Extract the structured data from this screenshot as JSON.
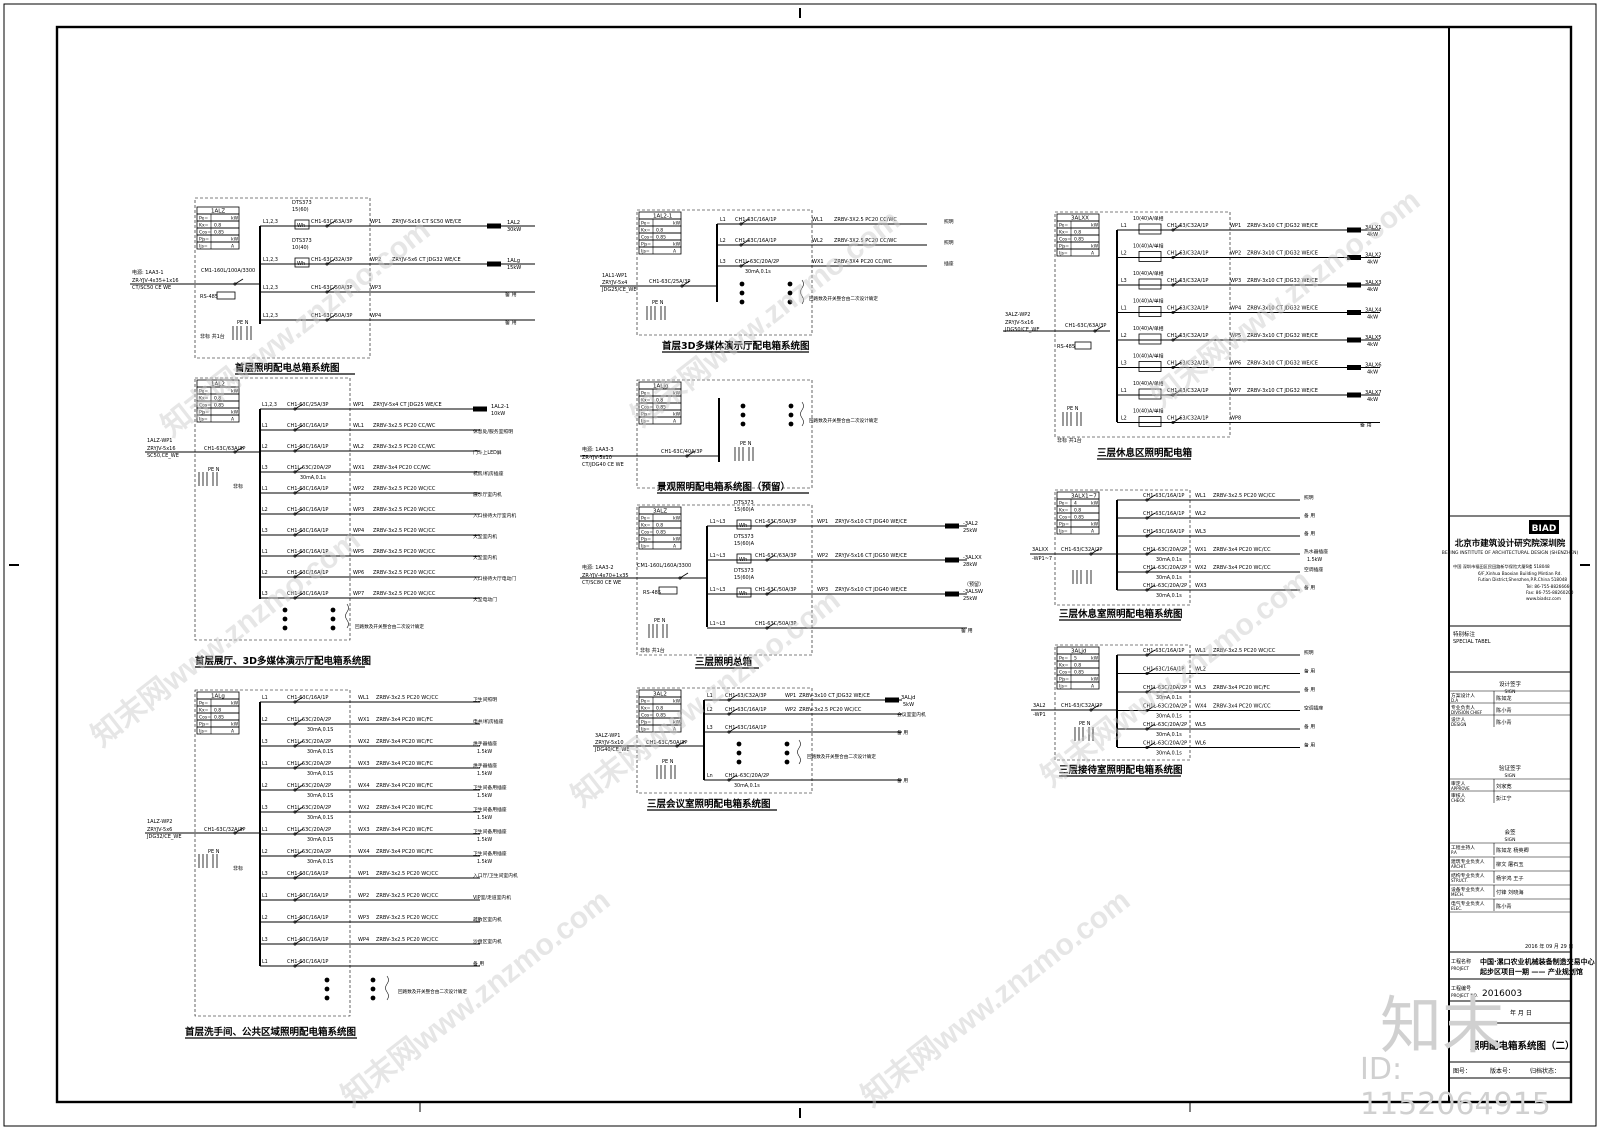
{
  "tb": {
    "logo": "BIAD",
    "company": "北京市建筑设计研究院深圳院",
    "company_en": "BEIJING INSTITUTE OF ARCHITECTURAL DESIGN (SHENZHEN)",
    "addr1": "中国 深圳市福田区民田路新华保险大厦6楼 518048",
    "addr2": "6/F,Xinhua Baoxian Building Mintian Rd.",
    "addr3": "Futian District,Shenzhen,P.R.China 518048",
    "tel": "Tel: 86-755-88266666",
    "fax": "Fax: 86-755-88260200",
    "web": "www.biadsz.com",
    "special": "特别标注",
    "special_en": "SPECIAL TABEL",
    "design_sign": "设计签字",
    "design_sign_en": "SIGN",
    "r1a": "方案设计人",
    "r1b": "D.A",
    "r1v": "陈如龙",
    "r2a": "专业负责人",
    "r2b": "DIVISION CHIEF",
    "r2v": "陈小青",
    "r3a": "设计人",
    "r3b": "DESIGN",
    "r3v": "陈小青",
    "check_sign": "验证签字",
    "check_sign_en": "SIGN",
    "r4a": "审定人",
    "r4b": "APPROVE",
    "r4v": "刘家宽",
    "r5a": "审核人",
    "r5b": "CHECK",
    "r5v": "彭江宁",
    "hq": "会签",
    "hq_en": "SIGN",
    "r6a": "工程主持人",
    "r6b": "P.A",
    "r6v": "陈如龙  杨英卿",
    "r7a": "建筑专业负责人",
    "r7b": "ARCHIT.",
    "r7v": "柳文  屠石玉",
    "r8a": "结构专业负责人",
    "r8b": "STRUCT.",
    "r8v": "杨宇鸿  王子",
    "r9a": "设备专业负责人",
    "r9b": "MECH.",
    "r9v": "付锋  刘晓海",
    "r10a": "电气专业负责人",
    "r10b": "ELEC.",
    "r10v": "陈小青",
    "date": "2016 年 09 月 29 日",
    "proj_label": "工程名称",
    "proj_label_en": "PROJECT",
    "proj1": "中国·漯口农业机械装备制造交易中心",
    "proj2": "起步区项目一期 —— 产业规划馆",
    "projno_label": "工程编号",
    "projno_label_en": "PROJECT NO.",
    "projno": "2016003",
    "datecell": "年      月   日",
    "title_frag": "照明配电箱系统图（二）",
    "bottom1": "图号：",
    "bottom2": "版本号：",
    "bottom3": "归档状态："
  },
  "marks": {
    "zhimo": "知末",
    "id": "ID: 1152064915",
    "wm": "知末网www.znzmo.com"
  },
  "p1": {
    "title": "首层照明配电总箱系统图",
    "box": "1ALZ",
    "t": [
      "Pe=",
      "Kx=",
      "Cos=",
      "Pjs=",
      "Ijs="
    ],
    "tv": [
      "",
      "0.8",
      "0.85",
      "",
      ""
    ],
    "tu": [
      "kW",
      "",
      "",
      "kW",
      "A"
    ],
    "in1": "电源: 1AA3-1",
    "in2": "ZR-YJV-4x35+1x16",
    "in3": "CT/SC50 CE WE",
    "main": "CM1-160L/100A/3300",
    "rs": "RS-485",
    "l": [
      "L1,2,3",
      "",
      "L1,2,3",
      "L1,2,3",
      "L1,2,3"
    ],
    "dts1": "DTS373",
    "dts1b": "15(60)",
    "dts2": "DTS373",
    "dts2b": "10(40)",
    "brk": [
      "CH1-63C/63A/3P",
      "CH1-63C/32A/3P",
      "CH1-63C/50A/3P",
      "CH1-63C/50A/3P"
    ],
    "wp": [
      "WP1",
      "WP2",
      "WP3",
      "WP4"
    ],
    "cab": [
      "ZRYJV-5x16 CT SC50 WE/CE",
      "ZRYJV-5x6 CT JDG32 WE/CE",
      "",
      ""
    ],
    "dst": [
      "1AL2",
      "1ALg",
      "备 用",
      "备 用"
    ],
    "kw": [
      "30kW",
      "15kW",
      "",
      ""
    ],
    "pe": "PE N",
    "note": "非标 共1台"
  },
  "p2": {
    "title": "首层展厅、3D多媒体演示厅配电箱系统图",
    "box": "1AL2",
    "t": [
      "Pe=",
      "Kx=",
      "Cos=",
      "Pjs=",
      "Ijs="
    ],
    "tv": [
      "",
      "0.8",
      "0.85",
      "",
      ""
    ],
    "tu": [
      "kW",
      "",
      "",
      "kW",
      "A"
    ],
    "in1": "1ALZ-WP1",
    "in2": "ZRYJV-5x16",
    "in3": "SC50,CE_WE",
    "main": "CH1-63C/63A/3P",
    "pe": "PE N",
    "nb": "非标",
    "l": [
      "L1,2,3",
      "L1",
      "L2",
      "L3",
      "L1",
      "L2",
      "L3",
      "L1",
      "L2",
      "L3"
    ],
    "brk": [
      "CH1-63C/25A/3P",
      "CH1-63C/16A/1P",
      "CH1-63C/16A/1P",
      "CH1L-63C/20A/2P",
      "CH1-63C/16A/1P",
      "CH1-63C/16A/1P",
      "CH1-63C/16A/1P",
      "CH1-63C/16A/1P",
      "CH1-63C/16A/1P",
      "CH1-63C/16A/1P"
    ],
    "rcd": "30mA,0.1s",
    "wp": [
      "WP1",
      "WL1",
      "WL2",
      "WX1",
      "WP2",
      "WP3",
      "WP4",
      "WP5",
      "WP6",
      "WP7"
    ],
    "cab": [
      "ZRYJV-5x4 CT JDG25 WE/CE",
      "ZRBV-3x2.5 PC20 CC/WC",
      "ZRBV-3x2.5 PC20 CC/WC",
      "ZRBV-3x4 PC20 CC/WC",
      "ZRBV-3x2.5 PC20 WC/CC",
      "ZRBV-3x2.5 PC20 WC/CC",
      "ZRBV-3x2.5 PC20 WC/CC",
      "ZRBV-3x2.5 PC20 WC/CC",
      "ZRBV-3x2.5 PC20 WC/CC",
      "ZRBV-3x2.5 PC20 WC/CC"
    ],
    "dst": [
      "1AL2-1",
      "休息处/服务室照明",
      "门斗上LED屏",
      "机房/机房插座",
      "展示厅室内机",
      "入口接待大厅室内机",
      "大堂室内机",
      "大堂室内机",
      "入口接待大厅电动门",
      "大堂电动门"
    ],
    "kw1": "10kW",
    "note": "回路数及开关整合由二次设计确定"
  },
  "p3": {
    "title": "首层洗手间、公共区域照明配电箱系统图",
    "box": "1ALg",
    "t": [
      "Pe=",
      "Kx=",
      "Cos=",
      "Pjs=",
      "Ijs="
    ],
    "tv": [
      "",
      "0.8",
      "0.85",
      "",
      ""
    ],
    "tu": [
      "kW",
      "",
      "",
      "kW",
      "A"
    ],
    "in1": "1ALZ-WP2",
    "in2": "ZRYJV-5x6",
    "in3": "JDG32/CE_WE",
    "main": "CH1-63C/32A/3P",
    "pe": "PE N",
    "nb": "非标",
    "l": [
      "L1",
      "L2",
      "L3",
      "L1",
      "L2",
      "L3",
      "L1",
      "L2",
      "L3",
      "L1",
      "L2",
      "L3",
      "L1"
    ],
    "brk": [
      "CH1-63C/16A/1P",
      "CH1L-63C/20A/2P",
      "CH1L-63C/20A/2P",
      "CH1L-63C/20A/2P",
      "CH1L-63C/20A/2P",
      "CH1L-63C/20A/2P",
      "CH1L-63C/20A/2P",
      "CH1L-63C/20A/2P",
      "CH1-63C/16A/1P",
      "CH1-63C/16A/1P",
      "CH1-63C/16A/1P",
      "CH1-63C/16A/1P",
      "CH1-63C/16A/1P"
    ],
    "rcd": "30mA,0.1S",
    "wp": [
      "WL1",
      "WX1",
      "WX2",
      "WX3",
      "WX4",
      "WX2",
      "WX3",
      "WX4",
      "WP1",
      "WP2",
      "WP3",
      "WP4",
      ""
    ],
    "cab": [
      "ZRBV-3x2.5 PC20 WC/CC",
      "ZRBV-3x4 PC20 WC/FC",
      "ZRBV-3x4 PC20 WC/FC",
      "ZRBV-3x4 PC20 WC/FC",
      "ZRBV-3x4 PC20 WC/FC",
      "ZRBV-3x4 PC20 WC/FC",
      "ZRBV-3x4 PC20 WC/FC",
      "ZRBV-3x4 PC20 WC/FC",
      "ZRBV-3x2.5 PC20 WC/CC",
      "ZRBV-3x2.5 PC20 WC/CC",
      "ZRBV-3x2.5 PC20 WC/CC",
      "ZRBV-3x2.5 PC20 WC/CC",
      ""
    ],
    "dst": [
      "卫生间照明",
      "电井/机房插座",
      "烘手器插座",
      "烘手器插座",
      "卫生间备用插座",
      "卫生间备用插座",
      "卫生间备用插座",
      "卫生间备用插座",
      "入口厅/卫生间室内机",
      "VIP室/走道室内机",
      "疏散区室内机",
      "沙盘区室内机",
      "备 用"
    ],
    "sub": [
      "",
      "",
      "1.5kW",
      "1.5kW",
      "1.5kW",
      "1.5kW",
      "1.5kW",
      "1.5kW",
      "",
      "",
      "",
      "",
      ""
    ],
    "note": "回路数及开关整合由二次设计确定"
  },
  "p4": {
    "title": "首层3D多媒体演示厅配电箱系统图",
    "box": "1AL2-1",
    "t": [
      "Pe=",
      "Kx=",
      "Cos=",
      "Pjs=",
      "Ijs="
    ],
    "tv": [
      "",
      "0.8",
      "0.85",
      "",
      ""
    ],
    "tu": [
      "kW",
      "",
      "",
      "kW",
      "A"
    ],
    "in1": "1AL1-WP1",
    "in2": "ZRYJV-5x4",
    "in3": "JDG25/CE_WE",
    "main": "CH1-63C/25A/3P",
    "pe": "PE N",
    "l": [
      "L1",
      "L2",
      "L3"
    ],
    "brk": [
      "CH1-63C/16A/1P",
      "CH1-63C/16A/1P",
      "CH1L-63C/20A/2P"
    ],
    "rcd": "30mA,0.1s",
    "wp": [
      "WL1",
      "WL2",
      "WX1"
    ],
    "cab": [
      "ZRBV-3X2.5 PC20 CC/WC",
      "ZRBV-3X2.5 PC20 CC/WC",
      "ZRBV-3X4 PC20 CC/WC"
    ],
    "dst": [
      "照明",
      "照明",
      "插座"
    ],
    "note": "回路数及开关整合由二次设计确定"
  },
  "p5": {
    "title": "景观照明配电箱系统图（预留）",
    "box": "1ALjg",
    "t": [
      "Pe=",
      "Kx=",
      "Cos=",
      "Pjs=",
      "Ijs="
    ],
    "tv": [
      "",
      "0.8",
      "0.85",
      "",
      ""
    ],
    "tu": [
      "kW",
      "",
      "",
      "kW",
      "A"
    ],
    "in1": "电源: 1AA3-3",
    "in2": "ZR-YJV-5x10",
    "in3": "CT/JDG40 CE WE",
    "main": "CH1-63C/40A/3P",
    "pe": "PE N",
    "note": "回路数及开关整合由二次设计确定"
  },
  "p6": {
    "title": "三层照明总箱",
    "box": "3ALZ",
    "t": [
      "Pe=",
      "Kx=",
      "Cos=",
      "Pjs=",
      "Ijs="
    ],
    "tv": [
      "",
      "0.8",
      "0.85",
      "",
      ""
    ],
    "tu": [
      "kW",
      "",
      "",
      "kW",
      "A"
    ],
    "in1": "电源: 1AA3-2",
    "in2": "ZR-YJV-4x70+1x35",
    "in3": "CT/SC80 CE WE",
    "main": "CM1-160L/160A/3300",
    "rs": "RS-485",
    "l": [
      "L1~L3",
      "L1~L3",
      "L1~L3",
      "L1~L3"
    ],
    "dts": [
      "DTS373",
      "DTS373",
      "DTS373"
    ],
    "dtsb": [
      "15(60)A",
      "15(60)A",
      "15(60)A"
    ],
    "brk": [
      "CH1-63C/50A/3P",
      "CH1-63C/63A/3P",
      "CH1-63C/50A/3P",
      "CH1-63C/50A/3P"
    ],
    "wp": [
      "WP1",
      "WP2",
      "WP3",
      ""
    ],
    "cab": [
      "ZRYJV-5x10 CT JDG40 WE/CE",
      "ZRYJV-5x16 CT JDG50 WE/CE",
      "ZRYJV-5x10 CT JDG40 WE/CE",
      ""
    ],
    "dst": [
      "-3AL2",
      "-3ALXX",
      "-3ALSW",
      "备 用"
    ],
    "kw": [
      "25kW",
      "28kW",
      "25kW",
      ""
    ],
    "pre": "（预留）",
    "pe": "PE N",
    "note": "非标 共1台"
  },
  "p7": {
    "title": "三层会议室照明配电箱系统图",
    "box": "3AL2",
    "t": [
      "Pe=",
      "Kx=",
      "Cos=",
      "Pjs=",
      "Ijs="
    ],
    "tv": [
      "",
      "0.8",
      "0.85",
      "",
      ""
    ],
    "tu": [
      "kW",
      "",
      "",
      "kW",
      "A"
    ],
    "in1": "3ALZ-WP1",
    "in2": "ZRYJV-5x10",
    "in3": "JDG40/CE_WE",
    "main": "CH1-63C/50A/3P",
    "pe": "PE N",
    "l": [
      "L1",
      "L2",
      "L3",
      "Ln"
    ],
    "brk": [
      "CH1-63/C32A/3P",
      "CH1-63C/16A/1P",
      "CH1-63C/16A/1P",
      "CH1L-63C/20A/2P"
    ],
    "rcd": "30mA,0.1s",
    "wp": [
      "WP1",
      "WP2",
      "",
      ""
    ],
    "cab": [
      "ZRBV-3x10 CT JDG32 WE/CE",
      "ZRBV-3x2.5 PC20 WC/CC",
      "",
      ""
    ],
    "dst": [
      "3ALjd",
      "会议室室内机",
      "备 用",
      "备 用"
    ],
    "kw1": "5kW",
    "note": "回路数及开关整合由二次设计确定"
  },
  "p8": {
    "title": "三层休息区照明配电箱",
    "box": "3ALXX",
    "t": [
      "Pe=",
      "Kx=",
      "Cos=",
      "Pjs=",
      "Ijs="
    ],
    "tv": [
      "",
      "0.8",
      "0.85",
      "",
      ""
    ],
    "tu": [
      "kW",
      "",
      "",
      "kW",
      "A"
    ],
    "in1": "3ALZ-WP2",
    "in2": "ZRYJV-5x16",
    "in3": "JDG50/CE_WE",
    "main": "CH1-63C/63A/3P",
    "rs": "RS-485",
    "pe": "PE N",
    "note": "非标 共1台",
    "l": [
      "L1",
      "L2",
      "L3",
      "L1",
      "L2",
      "L3",
      "L1",
      "L2"
    ],
    "meter": "10(40)A/单相",
    "brk": [
      "CH1-63/C32A/1P",
      "CH1-63/C32A/1P",
      "CH1-63/C32A/1P",
      "CH1-63/C32A/1P",
      "CH1-63/C32A/1P",
      "CH1-63/C32A/1P",
      "CH1-63/C32A/1P",
      "CH1-63/C32A/1P"
    ],
    "wp": [
      "WP1",
      "WP2",
      "WP3",
      "WP4",
      "WP5",
      "WP6",
      "WP7",
      "WP8"
    ],
    "cab": [
      "ZRBV-3x10 CT JDG32 WE/CE",
      "ZRBV-3x10 CT JDG32 WE/CE",
      "ZRBV-3x10 CT JDG32 WE/CE",
      "ZRBV-3x10 CT JDG32 WE/CE",
      "ZRBV-3x10 CT JDG32 WE/CE",
      "ZRBV-3x10 CT JDG32 WE/CE",
      "ZRBV-3x10 CT JDG32 WE/CE",
      ""
    ],
    "dst": [
      "3ALX1",
      "3ALX2",
      "3ALX3",
      "3ALX4",
      "3ALX5",
      "3ALX6",
      "3ALX7",
      "备 用"
    ],
    "kw": [
      "4kW",
      "4kW",
      "4kW",
      "4kW",
      "4kW",
      "4kW",
      "4kW",
      ""
    ]
  },
  "p9": {
    "title": "三层休息室照明配电箱系统图",
    "box": "3ALX1~7",
    "t": [
      "Pe=",
      "Kx=",
      "Cos=",
      "Pjs=",
      "Ijs="
    ],
    "tv": [
      "4",
      "0.8",
      "0.85",
      "",
      ""
    ],
    "tu": [
      "kW",
      "",
      "",
      "kW",
      "A"
    ],
    "in1": "3ALXX",
    "in2": "-WP1~7",
    "main": "CH1-63/C32A/2P",
    "brk": [
      "CH1-63C/16A/1P",
      "CH1-63C/16A/1P",
      "CH1-63C/16A/1P",
      "CH1L-63C/20A/2P",
      "CH1L-63C/20A/2P",
      "CH1L-63C/20A/2P"
    ],
    "rcd": "30mA,0.1s",
    "wp": [
      "WL1",
      "WL2",
      "WL3",
      "WX1",
      "WX2",
      "WX3"
    ],
    "cab": [
      "ZRBV-3x2.5 PC20 WC/CC",
      "",
      "",
      "ZRBV-3x4 PC20 WC/CC",
      "ZRBV-3x4 PC20 WC/CC",
      ""
    ],
    "dst": [
      "照明",
      "备 用",
      "备 用",
      "热水器插座",
      "空调插座",
      "备 用"
    ],
    "sub": [
      "",
      "",
      "",
      "1.5kW",
      "",
      ""
    ]
  },
  "p10": {
    "title": "三层接待室照明配电箱系统图",
    "box": "3ALjd",
    "t": [
      "Pe=",
      "Kx=",
      "Cos=",
      "Pjs=",
      "Ijs="
    ],
    "tv": [
      "5",
      "0.8",
      "0.85",
      "",
      ""
    ],
    "tu": [
      "kW",
      "",
      "",
      "kW",
      "A"
    ],
    "in1": "3AL2",
    "in2": "-WP1",
    "main": "CH1-63/C32A/2P",
    "pe": "PE N",
    "brk": [
      "CH1-63C/16A/1P",
      "CH1-63C/16A/1P",
      "CH1L-63C/20A/2P",
      "CH1L-63C/20A/2P",
      "CH1L-63C/20A/2P",
      "CH1L-63C/20A/2P"
    ],
    "rcd": "30mA,0.1s",
    "wp": [
      "WL1",
      "WL2",
      "WL3",
      "WX4",
      "WL5",
      "WL6"
    ],
    "cab": [
      "ZRBV-3x2.5 PC20 WC/CC",
      "",
      "ZRBV-3x4 PC20 WC/FC",
      "ZRBV-3x4 PC20 WC/CC",
      "",
      ""
    ],
    "dst": [
      "照明",
      "备 用",
      "备 用",
      "空调插座",
      "备 用",
      "备 用"
    ]
  }
}
